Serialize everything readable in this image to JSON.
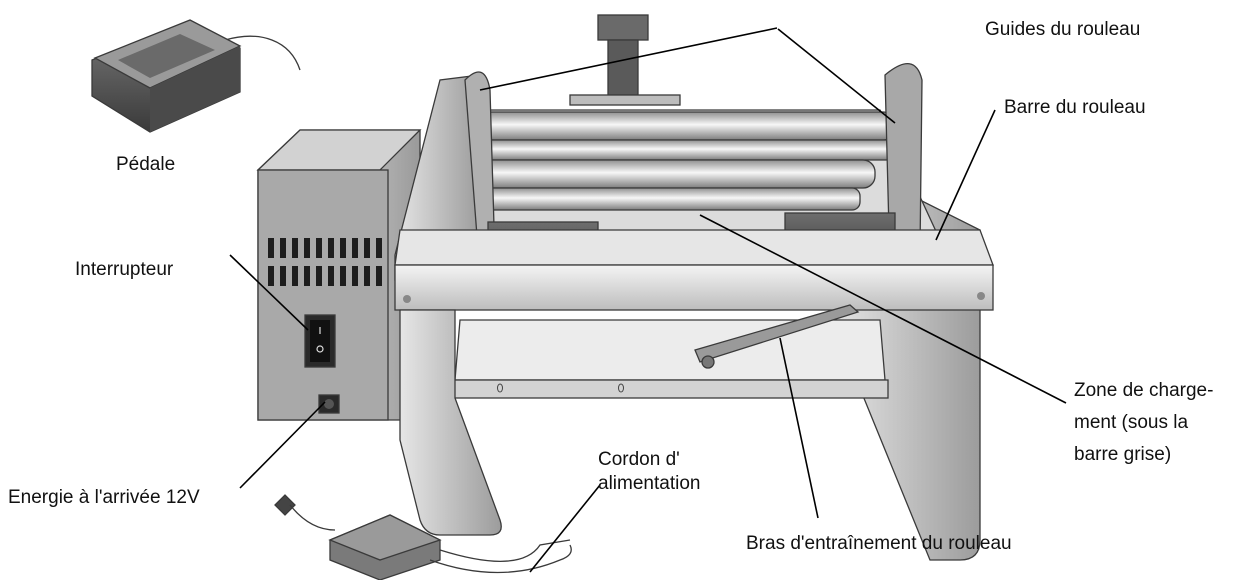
{
  "labels": {
    "pedale": "Pédale",
    "interrupteur": "Interrupteur",
    "energie": "Energie à l'arrivée 12V",
    "cordon_line1": "Cordon d'",
    "cordon_line2": "alimentation",
    "guides": "Guides du rouleau",
    "barre": "Barre du rouleau",
    "zone_line1": "Zone de charge-",
    "zone_line2": "ment (sous la",
    "zone_line3": "barre grise)",
    "bras": "Bras d'entraînement du rouleau"
  }
}
